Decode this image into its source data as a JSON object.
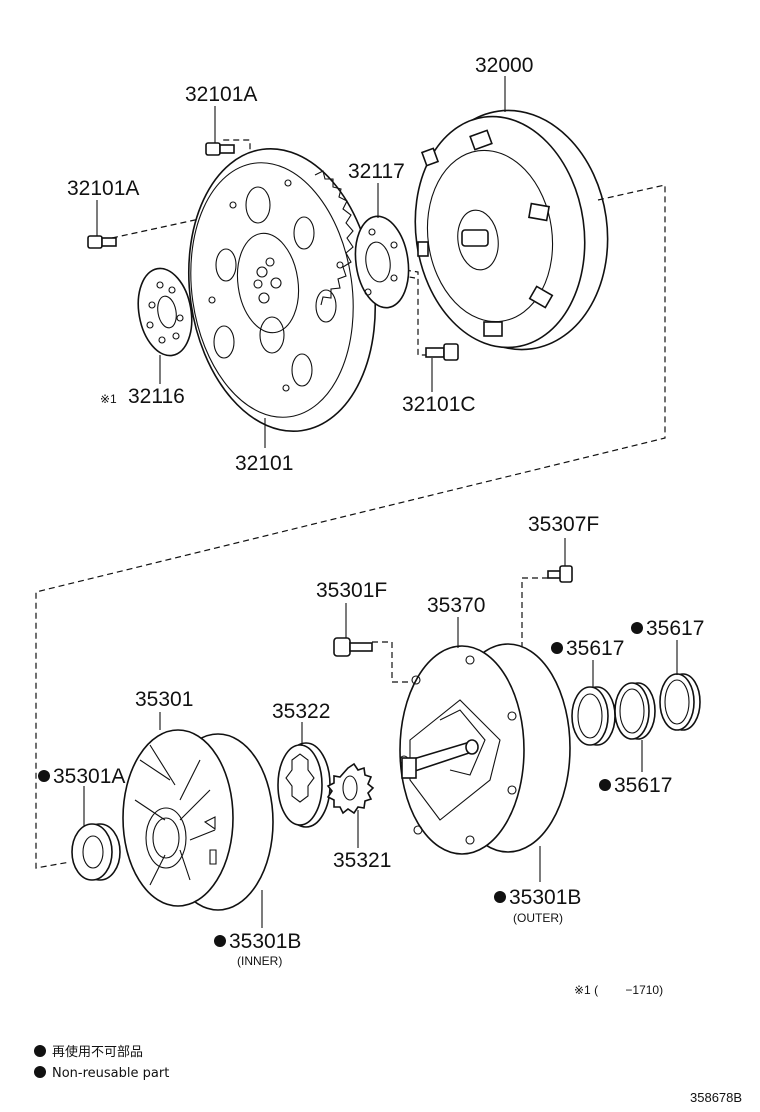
{
  "labels": {
    "p32000": "32000",
    "p32101A_top": "32101A",
    "p32101A_left": "32101A",
    "p32117": "32117",
    "p32116": "32116",
    "note_mark_32116": "※1",
    "p32101C": "32101C",
    "p32101": "32101",
    "p35307F": "35307F",
    "p35301F": "35301F",
    "p35370": "35370",
    "p35617_a": "35617",
    "p35617_b": "35617",
    "p35617_c": "35617",
    "p35301": "35301",
    "p35322": "35322",
    "p35301A": "35301A",
    "p35321": "35321",
    "p35301B_outer": "35301B",
    "outer_note": "(OUTER)",
    "p35301B_inner": "35301B",
    "inner_note": "(INNER)"
  },
  "footnote": "※1 (　　 −1710)",
  "legend": {
    "line1": "再使用不可部品",
    "line2": "Non-reusable part"
  },
  "illustration_id": "358678B"
}
